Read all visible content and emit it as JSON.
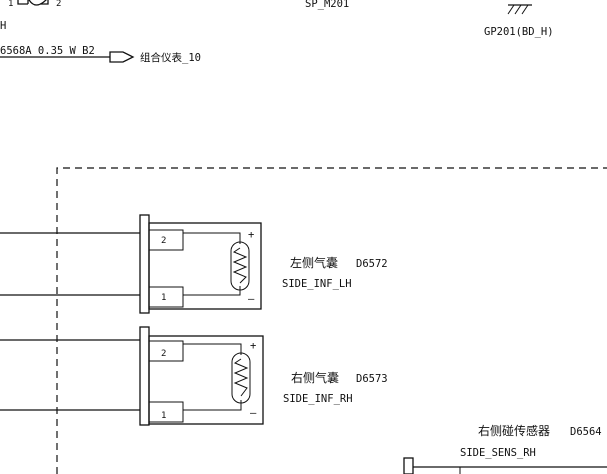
{
  "top": {
    "pin_left": "1",
    "pin_right": "2",
    "cut_h": "H",
    "wire_label": "6568A 0.35 W B2",
    "arrow_target": "组合仪表_10",
    "splice": "SP_M201",
    "ground": "GP201(BD_H)"
  },
  "connectors": [
    {
      "pin_top": "2",
      "pin_bottom": "1",
      "plus": "+",
      "minus": "–",
      "name_cn": "左侧气囊",
      "code": "D6572",
      "name_en": "SIDE_INF_LH"
    },
    {
      "pin_top": "2",
      "pin_bottom": "1",
      "plus": "+",
      "minus": "–",
      "name_cn": "右侧气囊",
      "code": "D6573",
      "name_en": "SIDE_INF_RH"
    }
  ],
  "sensor": {
    "name_cn": "右侧碰传感器",
    "code": "D6564",
    "name_en": "SIDE_SENS_RH"
  }
}
